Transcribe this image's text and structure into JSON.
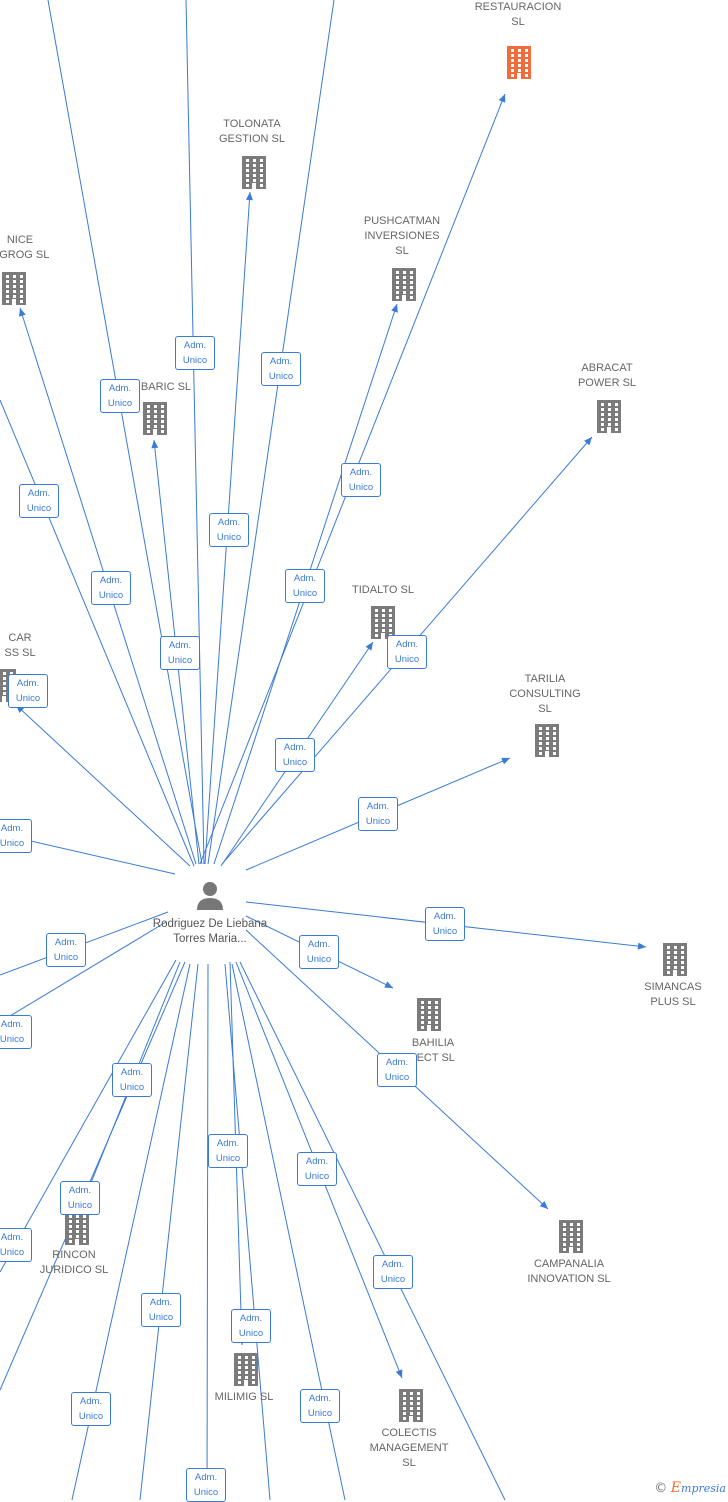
{
  "center": {
    "name": "Rodriguez De Liebana Torres Maria..."
  },
  "edge_label": {
    "line1": "Adm.",
    "line2": "Unico"
  },
  "colors": {
    "edge": "#3a7bd5",
    "building": "#7b7b7b",
    "highlight": "#f26b3a"
  },
  "companies": [
    {
      "id": "kl",
      "label": "KLOTA\nRESTAURACION\nSL",
      "highlight": true
    },
    {
      "id": "to",
      "label": "TOLONATA\nGESTION SL"
    },
    {
      "id": "pu",
      "label": "PUSHCATMAN\nINVERSIONES\nSL"
    },
    {
      "id": "ni",
      "label": "NICE\nOGROG SL"
    },
    {
      "id": "ba",
      "label": "BARIC SL"
    },
    {
      "id": "ab",
      "label": "ABRACAT\nPOWER SL"
    },
    {
      "id": "ti",
      "label": "TIDALTO SL"
    },
    {
      "id": "ca",
      "label": "CAR\nSS SL"
    },
    {
      "id": "ta",
      "label": "TARILIA\nCONSULTING\nSL"
    },
    {
      "id": "si",
      "label": "SIMANCAS\nPLUS SL"
    },
    {
      "id": "bh",
      "label": "BAHILIA\nJECT SL"
    },
    {
      "id": "cp",
      "label": "CAMPANALIA\nINNOVATION SL"
    },
    {
      "id": "ri",
      "label": "RINCON\nJURIDICO SL"
    },
    {
      "id": "mi",
      "label": "MILIMIG SL"
    },
    {
      "id": "co",
      "label": "COLECTIS\nMANAGEMENT\nSL"
    }
  ],
  "watermark": {
    "copyright": "©",
    "brand_initial": "E",
    "brand_rest": "mpresia"
  }
}
